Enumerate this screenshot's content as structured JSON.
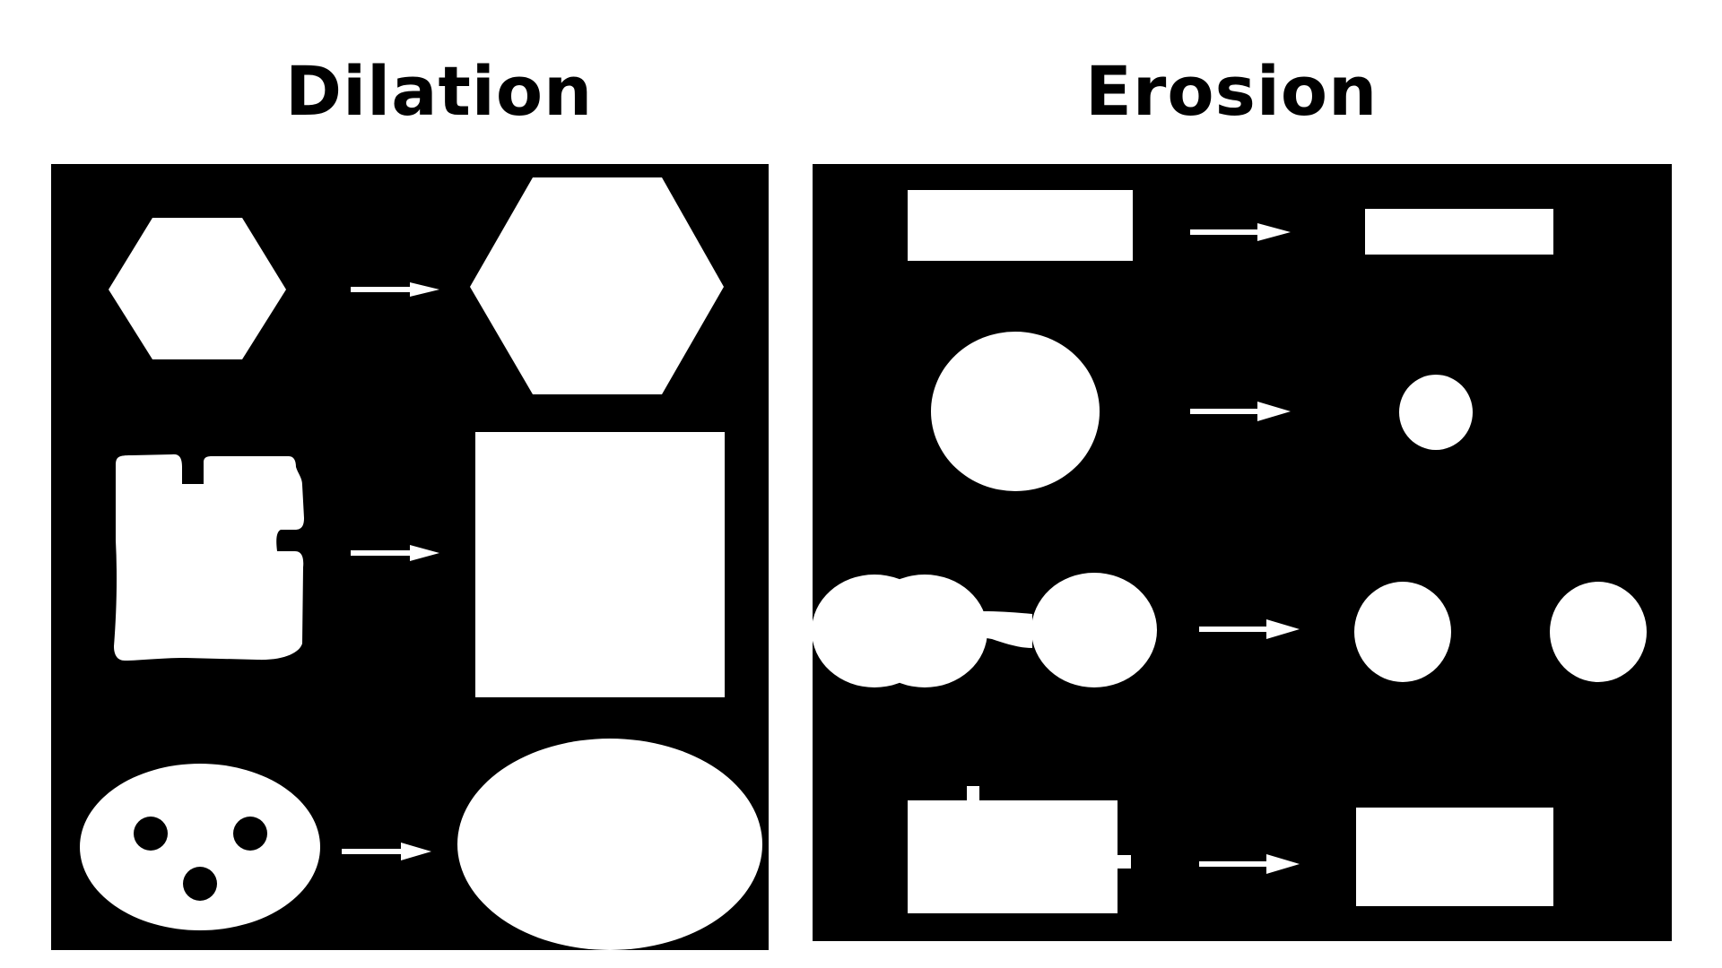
{
  "titles": {
    "dilation": "Dilation",
    "erosion": "Erosion"
  },
  "colors": {
    "background": "#000000",
    "shape": "#ffffff",
    "page": "#ffffff"
  },
  "panels": {
    "dilation": {
      "rows": [
        {
          "input": "small-hexagon",
          "output": "large-hexagon"
        },
        {
          "input": "jagged-square-with-notches",
          "output": "filled-square"
        },
        {
          "input": "ellipse-with-three-holes",
          "output": "filled-ellipse"
        }
      ]
    },
    "erosion": {
      "rows": [
        {
          "input": "wide-rectangle",
          "output": "thin-rectangle"
        },
        {
          "input": "large-circle",
          "output": "small-circle"
        },
        {
          "input": "two-circles-joined-by-bridge",
          "output": "two-separate-circles"
        },
        {
          "input": "rectangle-with-small-protrusions",
          "output": "clean-rectangle"
        }
      ]
    }
  }
}
